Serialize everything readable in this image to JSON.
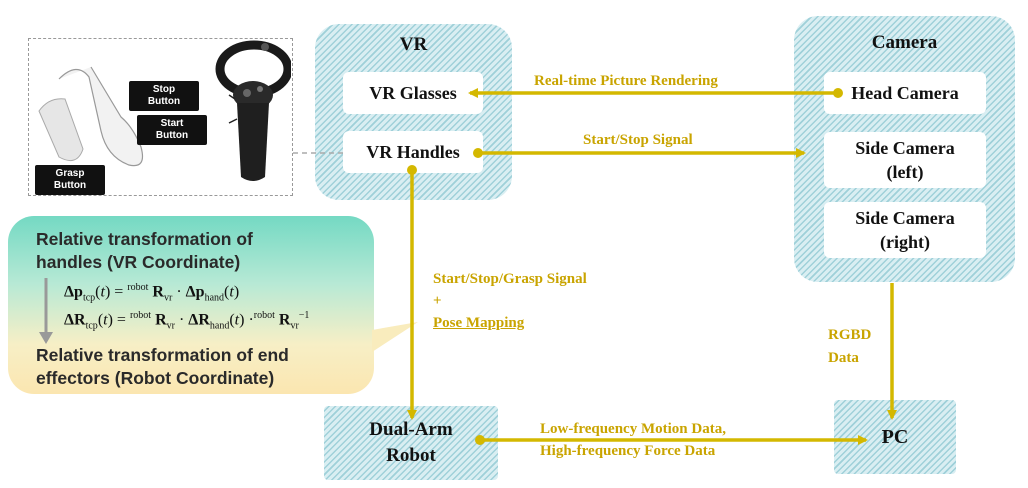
{
  "groups": {
    "vr": {
      "title": "VR"
    },
    "camera": {
      "title": "Camera"
    }
  },
  "nodes": {
    "vr_glasses": "VR Glasses",
    "vr_handles": "VR Handles",
    "head_camera": "Head Camera",
    "side_camera_left": "Side Camera\n(left)",
    "side_camera_right": "Side Camera\n(right)",
    "dual_arm_robot": "Dual-Arm\nRobot",
    "pc": "PC"
  },
  "edges": {
    "rendering": "Real-time Picture Rendering",
    "start_stop": "Start/Stop Signal",
    "grasp_line1": "Start/Stop/Grasp Signal",
    "grasp_plus": "+",
    "grasp_line2": "Pose Mapping",
    "rgbd": "RGBD\nData",
    "motion_line1": "Low-frequency Motion Data,",
    "motion_line2": "High-frequency Force Data"
  },
  "controller": {
    "stop_button": "Stop\nButton",
    "start_button": "Start\nButton",
    "grasp_button": "Grasp\nButton"
  },
  "callout": {
    "top": "Relative transformation of\nhandles  (VR Coordinate)",
    "bottom": "Relative transformation of end\neffectors  (Robot Coordinate)"
  },
  "colors": {
    "arrow": "#d4b800",
    "label": "#c9a400",
    "hatch": "#9fd0d9"
  }
}
